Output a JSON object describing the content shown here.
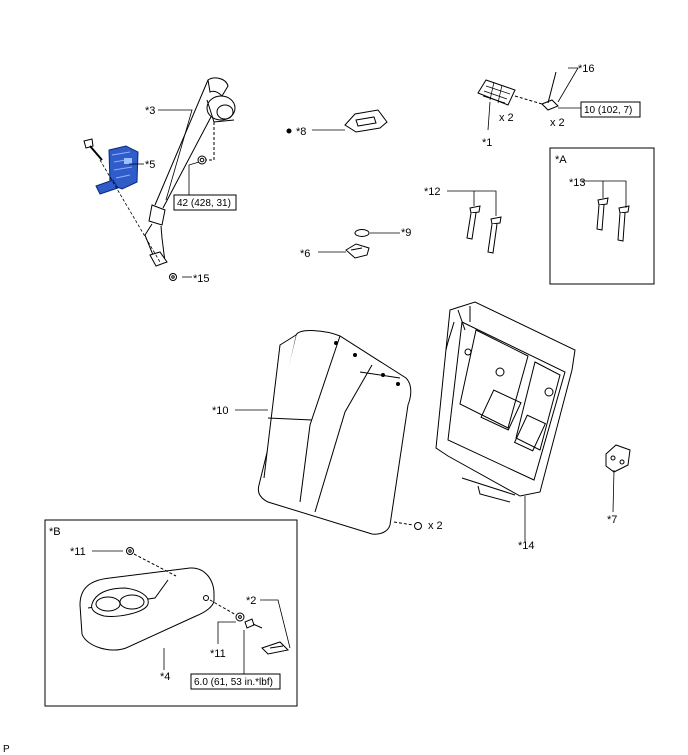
{
  "diagram": {
    "callouts": {
      "c1": "*1",
      "c2": "*2",
      "c3": "*3",
      "c4": "*4",
      "c5": "*5",
      "c6": "*6",
      "c7": "*7",
      "c8": "*8",
      "c9": "*9",
      "c10": "*10",
      "c11a": "*11",
      "c11b": "*11",
      "c12": "*12",
      "c13": "*13",
      "c14": "*14",
      "c15": "*15",
      "c16": "*16"
    },
    "quantities": {
      "q1": "x 2",
      "q16": "x 2",
      "q10": "x 2"
    },
    "torques": {
      "t3": "42 (428, 31)",
      "t16": "10 (102, 7)",
      "t2": "6.0 (61, 53 in.*lbf)"
    },
    "views": {
      "a": "*A",
      "b": "*B"
    },
    "corner_code": "P",
    "colors": {
      "highlight_part": "#2f5cc9",
      "line": "#000000"
    }
  }
}
